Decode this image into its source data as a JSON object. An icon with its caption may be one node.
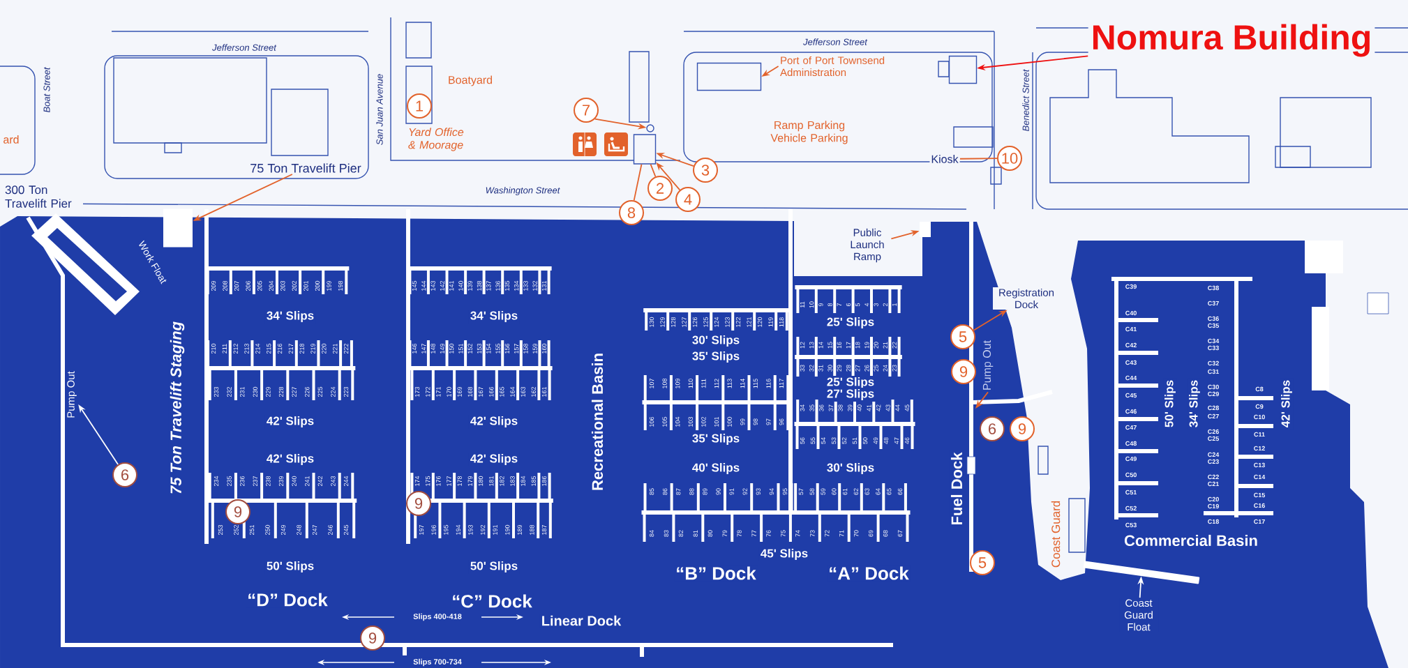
{
  "diagram": {
    "nodes": [
      {
        "text": [
          "Nomura Building"
        ]
      },
      {
        "text": [
          "1"
        ]
      },
      {
        "text": [
          "7"
        ]
      },
      {
        "text": [
          "3"
        ]
      },
      {
        "text": [
          "2"
        ]
      },
      {
        "text": [
          "4"
        ]
      },
      {
        "text": [
          "8"
        ]
      },
      {
        "text": [
          "10"
        ]
      },
      {
        "text": [
          "Kiosk"
        ]
      },
      {
        "text": [
          "75 Ton Travelift Pier"
        ]
      },
      {
        "text": [
          "Port of Port Townsend Administration"
        ]
      },
      {
        "text": [
          "Public Launch Ramp"
        ]
      },
      {
        "text": [
          "5"
        ]
      },
      {
        "text": [
          "Registration Dock"
        ]
      },
      {
        "text": [
          "9"
        ]
      },
      {
        "text": [
          "Pump Out"
        ]
      },
      {
        "text": [
          "6"
        ]
      },
      {
        "text": [
          "9"
        ]
      },
      {
        "text": [
          "5"
        ]
      },
      {
        "text": [
          "6"
        ]
      },
      {
        "text": [
          "Pump Out"
        ]
      },
      {
        "text": [
          "9"
        ]
      },
      {
        "text": [
          "9"
        ]
      },
      {
        "text": [
          "9"
        ]
      },
      {
        "text": [
          "Coast Guard Float"
        ]
      },
      {
        "text": [],
        "shape": "box"
      },
      {
        "text": [],
        "shape": "circle"
      },
      {
        "text": [],
        "shape": "box"
      },
      {
        "text": [],
        "shape": "box"
      },
      {
        "text": [],
        "shape": "box"
      },
      {
        "text": [],
        "shape": "box"
      },
      {
        "text": [],
        "shape": "bar"
      }
    ],
    "edges": [
      {
        "from": 0,
        "to": 25,
        "arrow": "to",
        "color": "#ee1111"
      },
      {
        "from": 2,
        "to": 26,
        "arrow": "to"
      },
      {
        "from": 3,
        "to": 27,
        "arrow": "to"
      },
      {
        "from": 4,
        "to": 27,
        "arrow": "none"
      },
      {
        "from": 5,
        "to": 27,
        "arrow": "to"
      },
      {
        "from": 6,
        "to": 27,
        "arrow": "none"
      },
      {
        "from": 7,
        "to": 8,
        "arrow": "none"
      },
      {
        "from": 9,
        "to": 29,
        "arrow": "to"
      },
      {
        "from": 10,
        "to": 28,
        "arrow": "to"
      },
      {
        "from": 11,
        "to": 30,
        "arrow": "to"
      },
      {
        "from": 12,
        "to": 13,
        "arrow": "to"
      },
      {
        "from": 15,
        "to": null,
        "arrow": "to"
      },
      {
        "from": 19,
        "to": 20,
        "arrow": "to",
        "color": "#ffffff"
      },
      {
        "from": 24,
        "to": 31,
        "arrow": "to",
        "color": "#ffffff"
      }
    ],
    "labels": [
      "ard",
      "Boat Street",
      "Jefferson Street",
      "San Juan Avenue",
      "Boatyard",
      "Yard Office & Moorage",
      "Jefferson Street",
      "Benedict Street",
      "Ramp Parking Vehicle Parking",
      "Washington Street",
      "300 Ton Travelift Pier",
      "Work Float",
      "75 Ton Travelift Staging",
      "34' Slips",
      "42' Slips",
      "42' Slips",
      "50' Slips",
      "34' Slips",
      "42' Slips",
      "42' Slips",
      "50' Slips",
      "Recreational Basin",
      "30' Slips",
      "35' Slips",
      "35' Slips",
      "40' Slips",
      "25' Slips",
      "25' Slips",
      "27' Slips",
      "30' Slips",
      "45' Slips",
      "“D” Dock",
      "“C” Dock",
      "“B” Dock",
      "“A” Dock",
      "Slips 400-418",
      "Linear Dock",
      "Slips 700-734",
      "Fuel Dock",
      "Coast Guard",
      "50' Slips",
      "34' Slips",
      "42' Slips",
      "Commercial Basin",
      "209",
      "208",
      "207",
      "206",
      "205",
      "204",
      "203",
      "202",
      "201",
      "200",
      "199",
      "198",
      "210",
      "211",
      "212",
      "213",
      "214",
      "215",
      "216",
      "217",
      "218",
      "219",
      "220",
      "221",
      "222",
      "233",
      "232",
      "231",
      "230",
      "229",
      "228",
      "227",
      "226",
      "225",
      "224",
      "223",
      "234",
      "235",
      "236",
      "237",
      "238",
      "239",
      "240",
      "241",
      "242",
      "243",
      "244",
      "253",
      "252",
      "251",
      "250",
      "249",
      "248",
      "247",
      "246",
      "245",
      "145",
      "144",
      "143",
      "142",
      "141",
      "140",
      "139",
      "138",
      "137",
      "136",
      "135",
      "134",
      "133",
      "132",
      "131",
      "146",
      "147",
      "148",
      "149",
      "150",
      "151",
      "152",
      "153",
      "154",
      "155",
      "156",
      "157",
      "158",
      "159",
      "160",
      "173",
      "172",
      "171",
      "170",
      "169",
      "168",
      "167",
      "166",
      "165",
      "164",
      "163",
      "162",
      "161",
      "174",
      "175",
      "176",
      "177",
      "178",
      "179",
      "180",
      "181",
      "182",
      "183",
      "184",
      "185",
      "186",
      "197",
      "196",
      "195",
      "194",
      "193",
      "192",
      "191",
      "190",
      "189",
      "188",
      "187",
      "130",
      "129",
      "128",
      "127",
      "126",
      "125",
      "124",
      "123",
      "122",
      "121",
      "120",
      "119",
      "118",
      "107",
      "108",
      "109",
      "110",
      "111",
      "112",
      "113",
      "114",
      "115",
      "116",
      "117",
      "106",
      "105",
      "104",
      "103",
      "102",
      "101",
      "100",
      "99",
      "98",
      "97",
      "96",
      "85",
      "86",
      "87",
      "88",
      "89",
      "90",
      "91",
      "92",
      "93",
      "94",
      "95",
      "84",
      "83",
      "82",
      "81",
      "80",
      "79",
      "78",
      "77",
      "76",
      "75",
      "74",
      "73",
      "72",
      "71",
      "70",
      "69",
      "68",
      "67",
      "11",
      "10",
      "9",
      "8",
      "7",
      "6",
      "5",
      "4",
      "3",
      "2",
      "1",
      "12",
      "13",
      "14",
      "15",
      "16",
      "17",
      "18",
      "19",
      "20",
      "21",
      "22",
      "33",
      "32",
      "31",
      "30",
      "29",
      "28",
      "27",
      "26",
      "25",
      "24",
      "23",
      "34",
      "35",
      "36",
      "37",
      "38",
      "39",
      "40",
      "41",
      "42",
      "43",
      "44",
      "45",
      "56",
      "55",
      "54",
      "53",
      "52",
      "51",
      "50",
      "49",
      "48",
      "47",
      "46",
      "57",
      "58",
      "59",
      "60",
      "61",
      "62",
      "63",
      "64",
      "65",
      "66",
      "C39",
      "C40",
      "C41",
      "C42",
      "C43",
      "C44",
      "C45",
      "C46",
      "C47",
      "C48",
      "C49",
      "C50",
      "C51",
      "C52",
      "C53",
      "C38",
      "C37",
      "C36",
      "C35",
      "C34",
      "C33",
      "C32",
      "C31",
      "C30",
      "C29",
      "C28",
      "C27",
      "C26",
      "C25",
      "C24",
      "C23",
      "C22",
      "C21",
      "C20",
      "C19",
      "C18",
      "C8",
      "C9",
      "C10",
      "C11",
      "C12",
      "C13",
      "C14",
      "C15",
      "C16",
      "C17"
    ]
  }
}
